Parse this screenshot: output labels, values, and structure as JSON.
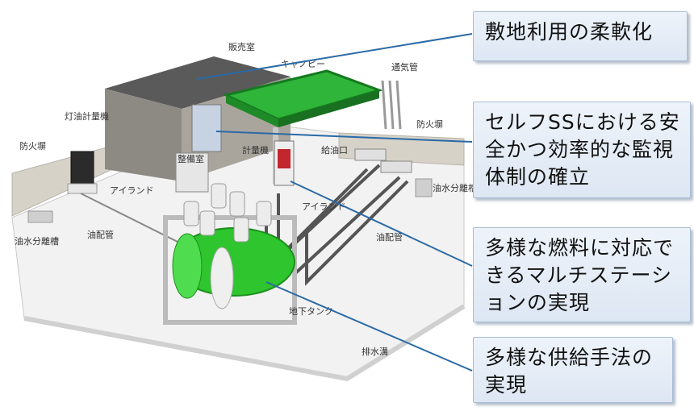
{
  "callouts": [
    "敷地利用の柔軟化",
    "セルフSSにおける安全かつ効率的な監視体制の確立",
    "多様な燃料に対応できるマルチステーションの実現",
    "多様な供給手法の実現"
  ],
  "labels": {
    "sales_room": "販売室",
    "canopy": "キャノピー",
    "vent_pipe": "通気管",
    "fire_wall_right": "防火塀",
    "fire_wall_left": "防火塀",
    "kerosene_meter": "灯油計量機",
    "office": "整備室",
    "meter": "計量機",
    "fill_port": "給油口",
    "island_left": "アイランド",
    "island_center": "アイランド",
    "oil_separator_right": "油水分離槽",
    "oil_separator_left": "油水分離槽",
    "pipe_left": "油配管",
    "pipe_right": "油配管",
    "tank": "地下タンク",
    "drain": "排水溝"
  },
  "colors": {
    "canopy": "#1f9a2a",
    "tank": "#2ec52e",
    "leader": "#2a6aa6",
    "callout_border": "#a9bcd6"
  }
}
